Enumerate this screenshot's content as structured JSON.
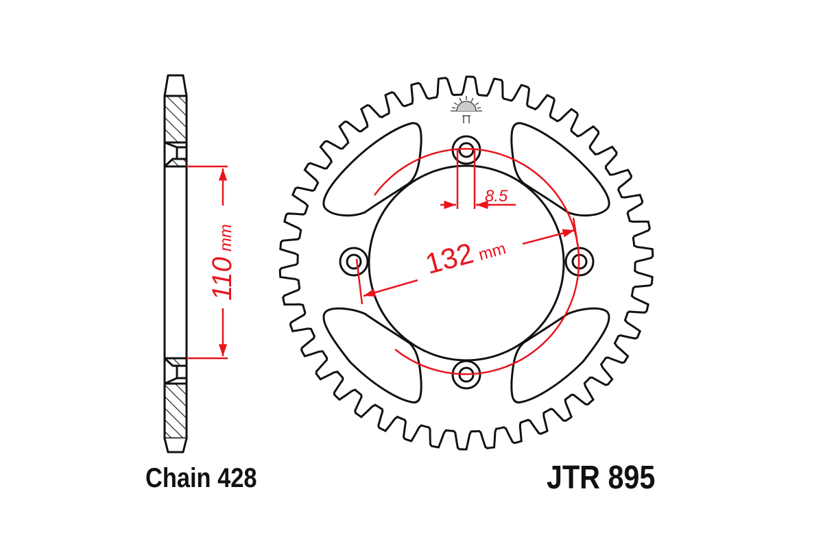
{
  "title": "Rear sprocket technical drawing",
  "labels": {
    "chain": "Chain 428",
    "part_number": "JTR 895"
  },
  "dimensions": {
    "center_height": {
      "value": "110",
      "unit": "mm",
      "text": "110 mm"
    },
    "pcd": {
      "value": "132",
      "unit": "mm",
      "text": "132 mm"
    },
    "bolt_hole": {
      "value": "8.5",
      "text": "8.5"
    }
  },
  "sprocket": {
    "teeth": 42,
    "bolt_holes": 4,
    "cutouts": 4
  },
  "colors": {
    "outline": "#111111",
    "dimension": "#e8141c",
    "logo": "#555555",
    "background": "#ffffff"
  },
  "icons": {
    "logo": "rising-sun-logo-icon"
  }
}
